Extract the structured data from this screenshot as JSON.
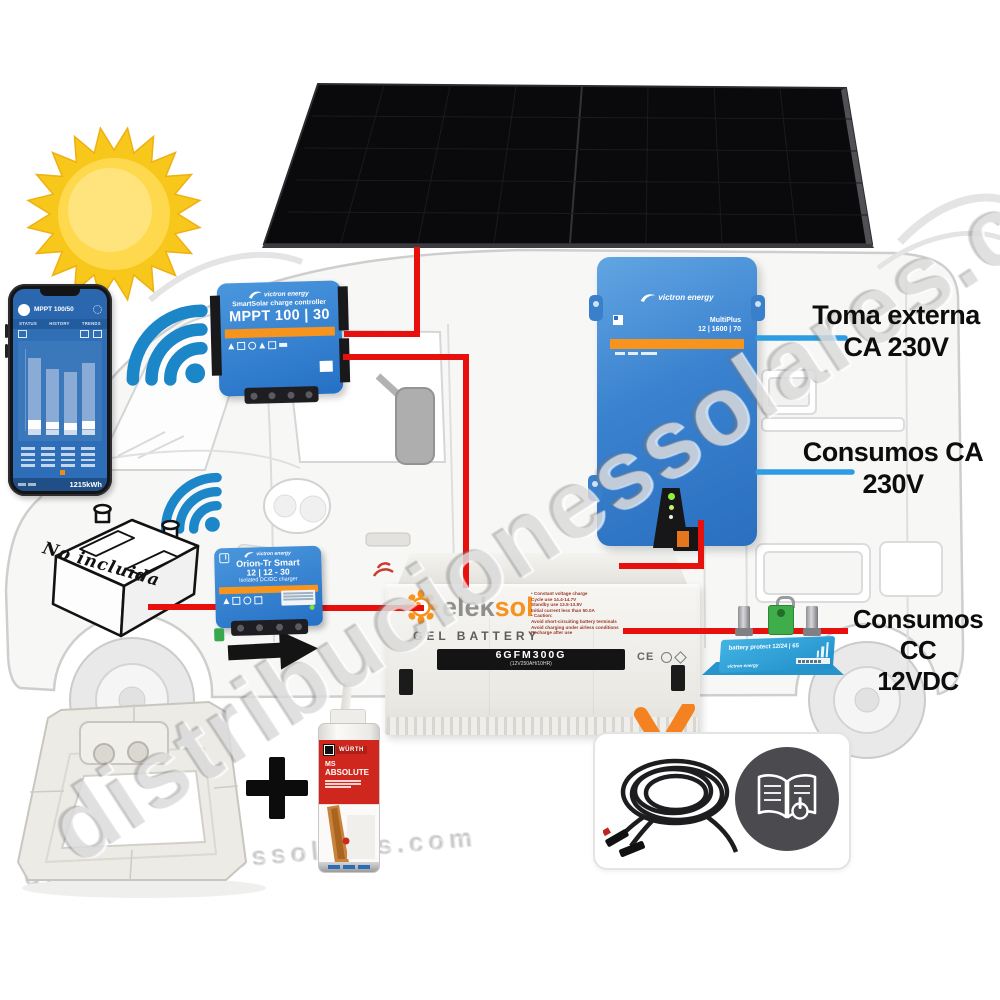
{
  "watermark": {
    "text": "distribucionessolares.com"
  },
  "callouts": {
    "toma_externa_1": "Toma externa",
    "toma_externa_2": "CA 230V",
    "consumos_ca_1": "Consumos CA",
    "consumos_ca_2": "230V",
    "consumos_cc_1": "Consumos CC",
    "consumos_cc_2": "12VDC"
  },
  "phone": {
    "title": "MPPT 100/50",
    "tabs": [
      "STATUS",
      "HISTORY",
      "TRENDS"
    ],
    "total": "1215kWh",
    "chart_bars": [
      0.93,
      0.8,
      0.76,
      0.88
    ]
  },
  "devices": {
    "mppt": {
      "brand": "victron energy",
      "subtitle": "SmartSolar charge controller",
      "model": "MPPT 100 | 30"
    },
    "inverter": {
      "brand": "victron energy",
      "product": "MultiPlus",
      "model": "12 | 1600 | 70"
    },
    "orion": {
      "brand": "victron energy",
      "product": "Orion-Tr Smart",
      "model": "12 | 12 - 30",
      "subtitle": "Isolated DC/DC charger"
    },
    "battery_protect": {
      "brand": "victron energy",
      "label": "battery protect 12/24 | 65"
    },
    "starter_battery": {
      "label": "No incluida"
    }
  },
  "battery": {
    "brand_elek": "elek",
    "brand_sol": "sol",
    "type": "GEL BATTERY",
    "model": "6GFM300G",
    "spec": "(12V250AH/10HR)",
    "ce_mark": "CE",
    "info_lines": [
      "• Constant voltage charge",
      "Cycle use 14.4-14.7V",
      "Standby use 13.5-13.8V",
      "Initial current less than 50.0A",
      "• Caution:",
      "Avoid short-circuiting battery terminals",
      "Avoid charging under airless conditions",
      "Recharge after use"
    ]
  },
  "sealant": {
    "brand": "WÜRTH",
    "line1": "MS",
    "line2": "ABSOLUTE"
  },
  "colors": {
    "wire_red": "#e8100c",
    "pointer_blue": "#2d9ce2",
    "victron_blue": "#2f7fd0",
    "accent_orange": "#f7941d",
    "sun_yellow": "#f9c613"
  }
}
